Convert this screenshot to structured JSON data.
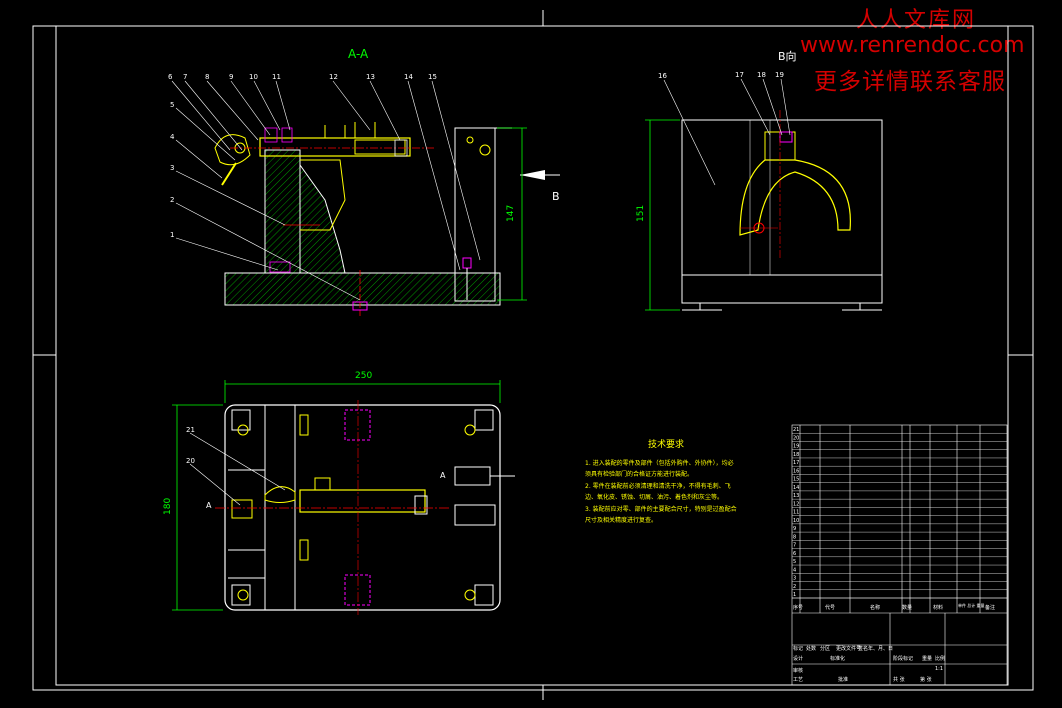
{
  "watermark": {
    "line1": "人人文库网",
    "line2": "www.renrendoc.com",
    "line3": "更多详情联系客服"
  },
  "views": {
    "section_label": "A-A",
    "direction_label": "B向",
    "arrow_label": "B",
    "cut_label": "A"
  },
  "dimensions": {
    "top_height": "147",
    "right_height": "151",
    "plan_width": "250",
    "plan_height": "180"
  },
  "balloons": {
    "front": [
      "6",
      "7",
      "8",
      "9",
      "10",
      "11",
      "12",
      "13",
      "14",
      "15",
      "5",
      "4",
      "3",
      "2",
      "1"
    ],
    "side": [
      "16",
      "17",
      "18",
      "19"
    ],
    "plan": [
      "21",
      "20"
    ]
  },
  "notes": {
    "title": "技术要求",
    "line1": "1. 进入装配的零件及部件（包括外购件、外协件），均必",
    "line2": "须具有检验部门的合格证方能进行装配。",
    "line3": "2. 零件在装配前必须清理和清洗干净，不得有毛刺、飞",
    "line4": "边、氧化皮、锈蚀、切屑、油污、着色剂和灰尘等。",
    "line5": "3. 装配前应对零、部件的主要配合尺寸，特别是过盈配合",
    "line6": "尺寸及相关精度进行复查。"
  },
  "title_block": {
    "header": [
      "序号",
      "代号",
      "名称",
      "数量",
      "材料",
      "单件 总计 重量",
      "备注"
    ],
    "row_no": [
      "21",
      "20",
      "19",
      "18",
      "17",
      "16",
      "15",
      "14",
      "13",
      "12",
      "11",
      "10",
      "9",
      "8",
      "7",
      "6",
      "5",
      "4",
      "3",
      "2",
      "1"
    ],
    "labels": [
      "标记",
      "处数",
      "分区",
      "更改文件号",
      "签名",
      "年、月、日",
      "设计",
      "标准化",
      "阶段标记",
      "重量",
      "比例",
      "审核",
      "工艺",
      "批准",
      "共 张",
      "第 张"
    ],
    "scale": "1:1"
  },
  "colors": {
    "background": "#000000",
    "outline": "#ffffff",
    "part": "#ffff00",
    "dimension": "#00ff00",
    "hatch": "#008800",
    "centerline": "#ff0000",
    "fastener": "#ff00ff",
    "watermark": "#d40000"
  }
}
